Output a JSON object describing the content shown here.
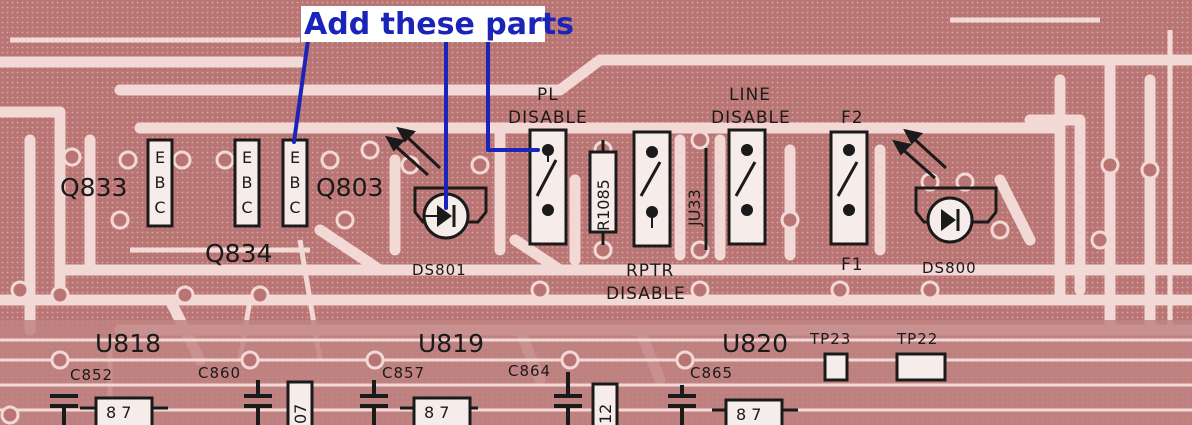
{
  "callout": {
    "text": "Add these parts",
    "color": "#1a24b8"
  },
  "colors": {
    "board": "#b97573",
    "trace": "#f3d9d6",
    "outline": "#1a1a1a",
    "background": "#ffffff"
  },
  "transistors": {
    "q833": {
      "label": "Q833",
      "pins": [
        "E",
        "B",
        "C"
      ]
    },
    "q834": {
      "label": "Q834",
      "pins": [
        "E",
        "B",
        "C"
      ]
    },
    "q803": {
      "label": "Q803",
      "pins": [
        "E",
        "B",
        "C"
      ]
    }
  },
  "leds": {
    "ds801": "DS801",
    "ds800": "DS800"
  },
  "jumpers": {
    "pl_disable": [
      "PL",
      "DISABLE"
    ],
    "r1085": "R1085",
    "ju33": "JU33",
    "rptr_disable": [
      "RPTR",
      "DISABLE"
    ],
    "line_disable": [
      "LINE",
      "DISABLE"
    ],
    "f2": "F2",
    "f1": "F1"
  },
  "ics": {
    "u818": "U818",
    "u819": "U819",
    "u820": "U820"
  },
  "capacitors": {
    "c852": "C852",
    "c860": "C860",
    "c857": "C857",
    "c864": "C864",
    "c865": "C865"
  },
  "testpoints": {
    "tp23": "TP23",
    "tp22": "TP22"
  },
  "ic_pins": {
    "u818": "8 7",
    "u819": "8 7",
    "u820": "8 7",
    "c860_part": "07",
    "c864_part": "12"
  }
}
